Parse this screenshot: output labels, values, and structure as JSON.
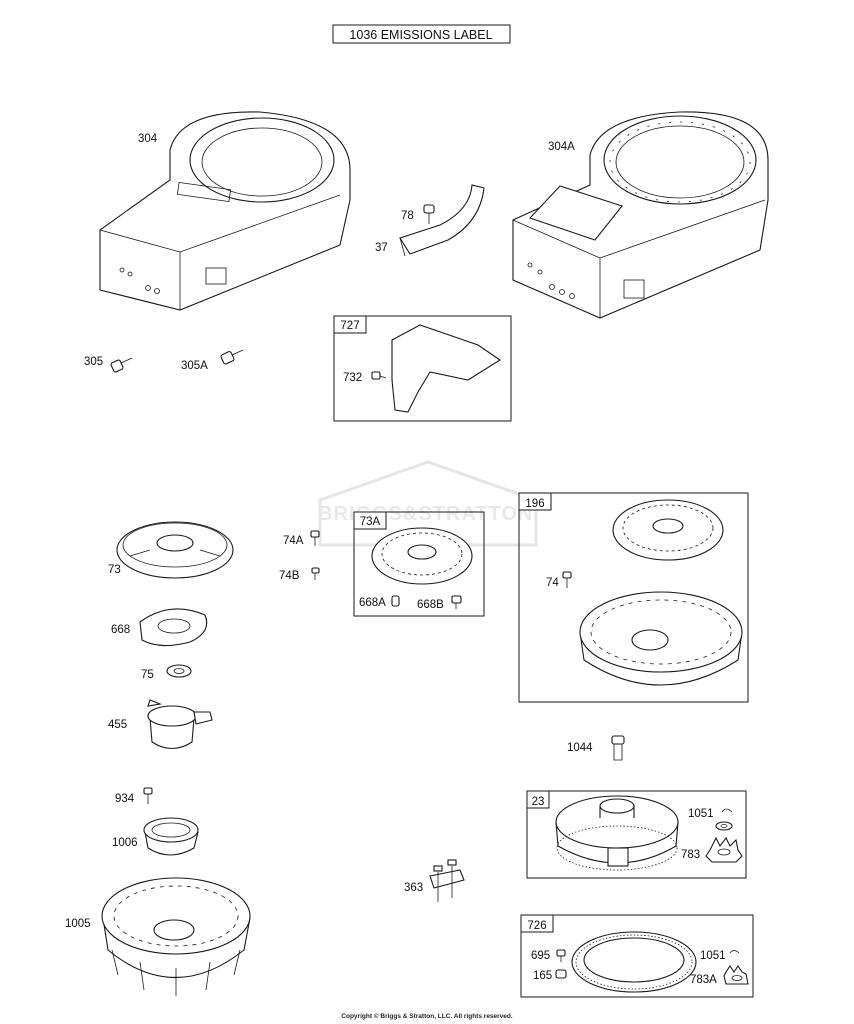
{
  "header_label": "1036 EMISSIONS LABEL",
  "copyright": "Copyright © Briggs & Stratton, LLC. All rights reserved.",
  "watermark_text": "BRIGGS&STRATTON",
  "groups": [
    {
      "id": "727",
      "label": "727"
    },
    {
      "id": "73A",
      "label": "73A"
    },
    {
      "id": "196",
      "label": "196"
    },
    {
      "id": "23",
      "label": "23"
    },
    {
      "id": "726",
      "label": "726"
    }
  ],
  "callouts": [
    {
      "id": "304",
      "label": "304"
    },
    {
      "id": "304A",
      "label": "304A"
    },
    {
      "id": "78",
      "label": "78"
    },
    {
      "id": "37",
      "label": "37"
    },
    {
      "id": "305",
      "label": "305"
    },
    {
      "id": "305A",
      "label": "305A"
    },
    {
      "id": "732",
      "label": "732"
    },
    {
      "id": "73",
      "label": "73"
    },
    {
      "id": "74A",
      "label": "74A"
    },
    {
      "id": "74B",
      "label": "74B"
    },
    {
      "id": "668A",
      "label": "668A"
    },
    {
      "id": "668B",
      "label": "668B"
    },
    {
      "id": "74",
      "label": "74"
    },
    {
      "id": "668",
      "label": "668"
    },
    {
      "id": "75",
      "label": "75"
    },
    {
      "id": "455",
      "label": "455"
    },
    {
      "id": "1044",
      "label": "1044"
    },
    {
      "id": "934",
      "label": "934"
    },
    {
      "id": "1006",
      "label": "1006"
    },
    {
      "id": "1051a",
      "label": "1051"
    },
    {
      "id": "783",
      "label": "783"
    },
    {
      "id": "363",
      "label": "363"
    },
    {
      "id": "1005",
      "label": "1005"
    },
    {
      "id": "695",
      "label": "695"
    },
    {
      "id": "165",
      "label": "165"
    },
    {
      "id": "1051b",
      "label": "1051"
    },
    {
      "id": "783A",
      "label": "783A"
    }
  ]
}
